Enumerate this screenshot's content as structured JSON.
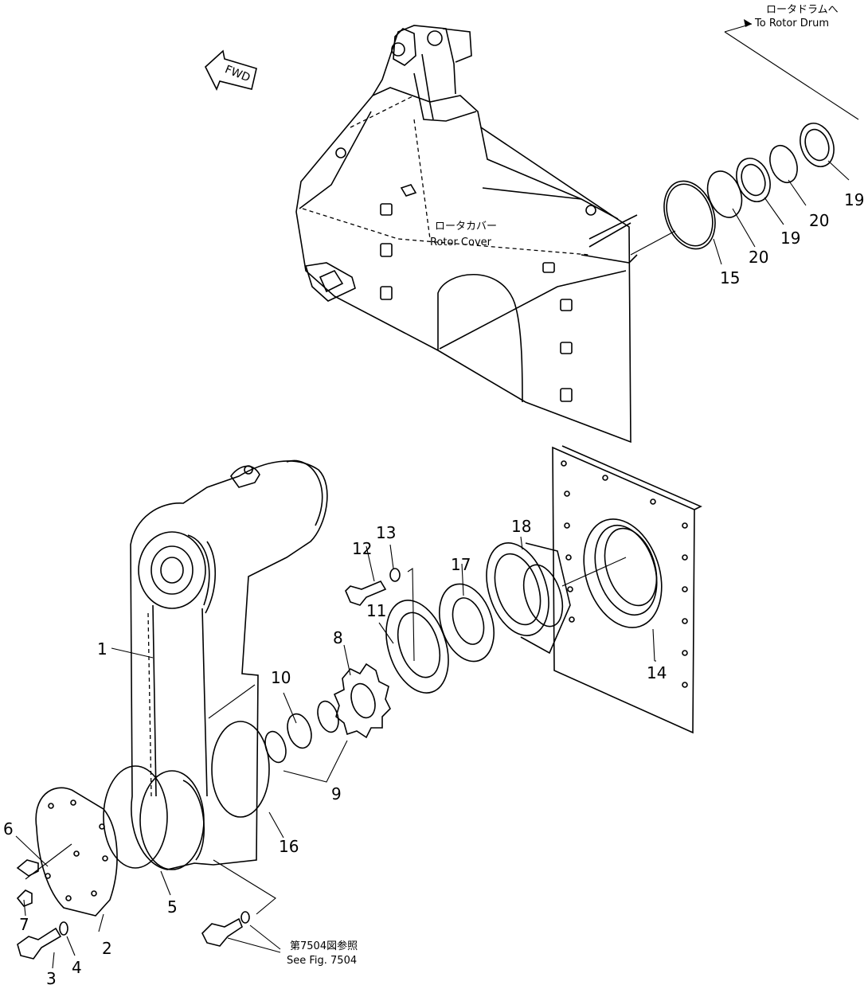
{
  "notes": {
    "to_rotor_drum_jp": "ロータドラムへ",
    "to_rotor_drum_en": "To Rotor Drum",
    "rotor_cover_jp": "ロータカバー",
    "rotor_cover_en": "Rotor Cover",
    "see_fig_jp": "第7504図参照",
    "see_fig_en": "See Fig. 7504",
    "fwd": "FWD"
  },
  "part_numbers": [
    "1",
    "2",
    "3",
    "4",
    "5",
    "6",
    "7",
    "8",
    "9",
    "10",
    "11",
    "12",
    "13",
    "14",
    "15",
    "16",
    "17",
    "18",
    "19",
    "19",
    "20",
    "20"
  ]
}
